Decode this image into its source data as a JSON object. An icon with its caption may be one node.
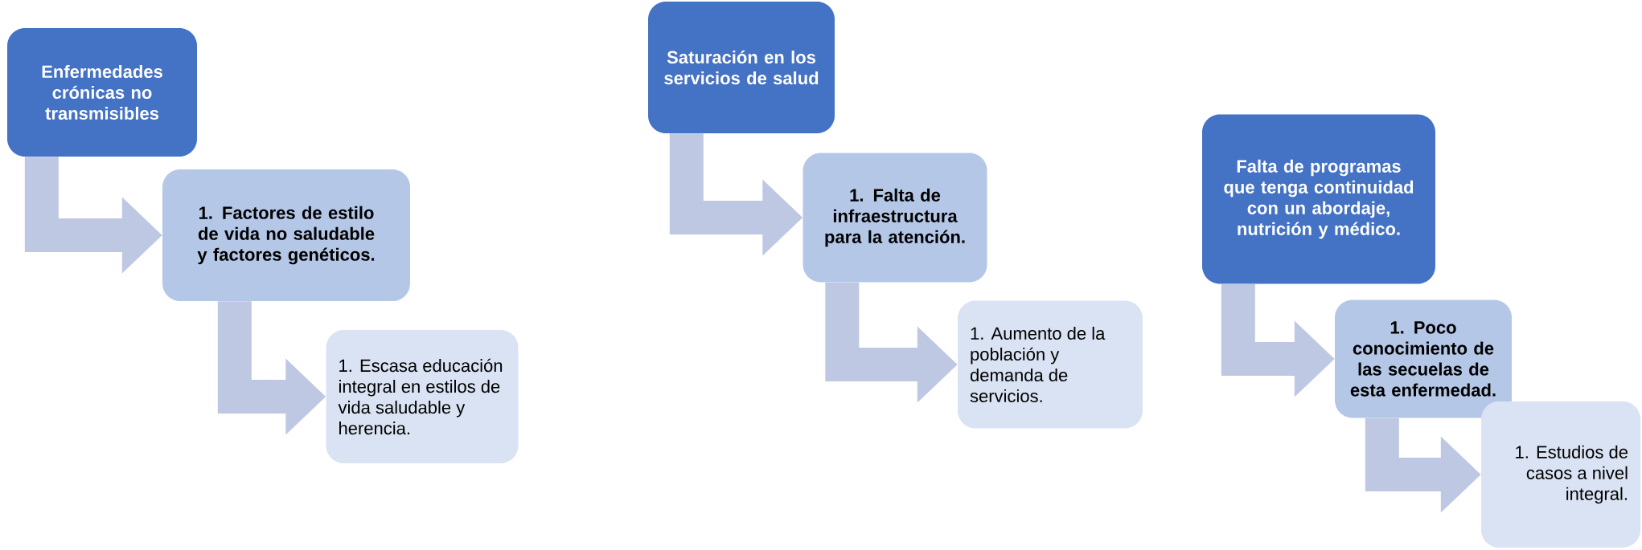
{
  "diagram": {
    "nodes": [
      {
        "text": [
          "Enfermedades crónicas no transmisibles"
        ]
      },
      {
        "text": [
          "1. Factores de estilo de vida no saludable y factores genéticos."
        ]
      },
      {
        "text": [
          "1. Escasa educación integral en estilos de vida saludable y herencia."
        ]
      },
      {
        "text": [
          "Saturación en los servicios de salud"
        ]
      },
      {
        "text": [
          "1. Falta de infraestructura para la atención."
        ]
      },
      {
        "text": [
          "1. Aumento de la población y demanda de servicios."
        ]
      },
      {
        "text": [
          "Falta de programas que tenga continuidad con un abordaje, nutrición y médico."
        ]
      },
      {
        "text": [
          "1. Poco conocimiento de las secuelas de esta enfermedad."
        ]
      },
      {
        "text": [
          "1. Estudios de casos a nivel integral."
        ]
      }
    ],
    "edges": [
      {
        "from": 0,
        "to": 1,
        "arrow": "to"
      },
      {
        "from": 1,
        "to": 2,
        "arrow": "to"
      },
      {
        "from": 3,
        "to": 4,
        "arrow": "to"
      },
      {
        "from": 4,
        "to": 5,
        "arrow": "to"
      },
      {
        "from": 6,
        "to": 7,
        "arrow": "to"
      },
      {
        "from": 7,
        "to": 8,
        "arrow": "to"
      }
    ]
  }
}
